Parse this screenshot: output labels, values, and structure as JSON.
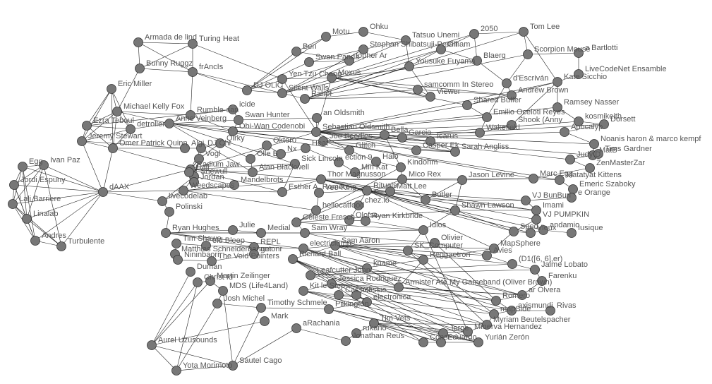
{
  "diagram": {
    "type": "network-graph",
    "node_color": "#777777",
    "edge_color": "#222222",
    "label_color": "#555555",
    "nodes": [
      {
        "id": "daax",
        "label": "dAAX"
      },
      {
        "id": "ivan",
        "label": "Ivan Paz"
      },
      {
        "id": "egg",
        "label": "Egg"
      },
      {
        "id": "jordi",
        "label": "Jordi Espuny"
      },
      {
        "id": "lali",
        "label": "Lali Barriere"
      },
      {
        "id": "linalab",
        "label": "Linalab"
      },
      {
        "id": "andres",
        "label": "Andres"
      },
      {
        "id": "turbulente",
        "label": "Turbulente"
      },
      {
        "id": "armada",
        "label": "Armada de lind"
      },
      {
        "id": "turing",
        "label": "Turing Heat"
      },
      {
        "id": "bunny",
        "label": "Bunny Ruggz"
      },
      {
        "id": "francis",
        "label": "frAncIs"
      },
      {
        "id": "ericmiller",
        "label": "Eric Miller"
      },
      {
        "id": "mkfox",
        "label": "Michael Kelly Fox"
      },
      {
        "id": "ezra",
        "label": "Ezra Teboul"
      },
      {
        "id": "detroller",
        "label": "detroller"
      },
      {
        "id": "jeremy",
        "label": "Jeremy Stewart"
      },
      {
        "id": "omer",
        "label": "Omer Patrick Quinn"
      },
      {
        "id": "anne",
        "label": "Anne Veinberg"
      },
      {
        "id": "rumble",
        "label": "Rumble-san"
      },
      {
        "id": "dlcicide",
        "label": "icide"
      },
      {
        "id": "swanhunter",
        "label": "Swan Hunter"
      },
      {
        "id": "obiwan",
        "label": "Obi-Wan Codenobi"
      },
      {
        "id": "silent",
        "label": "Silent Walls"
      },
      {
        "id": "djoli",
        "label": "DJ OLiC"
      },
      {
        "id": "yentzu",
        "label": "Yen Tzu Chang"
      },
      {
        "id": "moxus",
        "label": "Moxus"
      },
      {
        "id": "oldsmith",
        "label": "Sebastian Oldsmith"
      },
      {
        "id": "ianold",
        "label": "an Oldsmith"
      },
      {
        "id": "joebee",
        "label": "Joe Beedles"
      },
      {
        "id": "glitch",
        "label": "Glitch"
      },
      {
        "id": "halo",
        "label": "Halo"
      },
      {
        "id": "kindohm",
        "label": "Kindohm"
      },
      {
        "id": "mico",
        "label": "Mico Rex"
      },
      {
        "id": "mattlee",
        "label": "Matt Lee"
      },
      {
        "id": "thor",
        "label": "Thor Magnusson"
      },
      {
        "id": "esther",
        "label": "Esther A. Romero"
      },
      {
        "id": "sicklincoln",
        "label": "Sick Lincoln"
      },
      {
        "id": "allblackwell",
        "label": "Alan Blackwell"
      },
      {
        "id": "radium",
        "label": "Radium Jaw"
      },
      {
        "id": "djch",
        "label": "DJ Chi"
      },
      {
        "id": "qirky",
        "label": "Qirky"
      },
      {
        "id": "olli",
        "label": "Olle B"
      },
      {
        "id": "weedscapes",
        "label": "Weedscapes"
      },
      {
        "id": "livecodelab",
        "label": "livecodelab"
      },
      {
        "id": "polinski",
        "label": "Polinski"
      },
      {
        "id": "ryanhughes",
        "label": "Ryan Hughes"
      },
      {
        "id": "julie",
        "label": "Julie"
      },
      {
        "id": "matthias",
        "label": "Matthias Schneiderbanger"
      },
      {
        "id": "timshawe",
        "label": "Tim Shawe"
      },
      {
        "id": "bleep",
        "label": "eld Bleep"
      },
      {
        "id": "ninin",
        "label": "Nininbaori"
      },
      {
        "id": "voidpointers",
        "label": "The Void Pointers"
      },
      {
        "id": "repl",
        "label": "REPL"
      },
      {
        "id": "medial",
        "label": "Medial"
      },
      {
        "id": "samwray",
        "label": "Sam Wray"
      },
      {
        "id": "celeste",
        "label": "Céleste Fresch"
      },
      {
        "id": "hellocat",
        "label": "hellocatfood"
      },
      {
        "id": "yeeking",
        "label": "Yee-King"
      },
      {
        "id": "rituals",
        "label": "Rituals"
      },
      {
        "id": "olofss",
        "label": "Olofss"
      },
      {
        "id": "ryankirk",
        "label": "Ryan Kirkbride"
      },
      {
        "id": "chezio",
        "label": "chez.io"
      },
      {
        "id": "electric",
        "label": "electriclumps"
      },
      {
        "id": "samaaron",
        "label": "Sam Aaron"
      },
      {
        "id": "richardball",
        "label": "Richard Ball"
      },
      {
        "id": "leafcutter",
        "label": "Leafcutter John"
      },
      {
        "id": "jessica",
        "label": "Jessica Rodriguez"
      },
      {
        "id": "martinz",
        "label": "Martin Zeilinger"
      },
      {
        "id": "mds",
        "label": "MDS (Life4Land)"
      },
      {
        "id": "christid",
        "label": "Christ Id"
      },
      {
        "id": "kitlestep",
        "label": "Kit le Step"
      },
      {
        "id": "joshm",
        "label": "Josh Michel"
      },
      {
        "id": "timothy",
        "label": "Timothy Schmele"
      },
      {
        "id": "pilkington",
        "label": "Pilkington"
      },
      {
        "id": "electronica",
        "label": "electronica"
      },
      {
        "id": "cassiel",
        "label": "Cassiel"
      },
      {
        "id": "arachania",
        "label": "aRachania"
      },
      {
        "id": "jonathan",
        "label": "Jonathan Reus"
      },
      {
        "id": "timvets",
        "label": "Tim Vets"
      },
      {
        "id": "rukano",
        "label": "rukano"
      },
      {
        "id": "aurel",
        "label": "Aurel Uzusounds"
      },
      {
        "id": "yota",
        "label": "Yota Morimoto"
      },
      {
        "id": "sautel",
        "label": "Sautel Cago"
      },
      {
        "id": "kname",
        "label": "kname"
      },
      {
        "id": "armister",
        "label": "Armister Ate My Gameband (Oliver Brown)"
      },
      {
        "id": "reggaetron",
        "label": "Reggaetron"
      },
      {
        "id": "skcomputer",
        "label": "SK_Computer"
      },
      {
        "id": "iidos",
        "label": "Idios"
      },
      {
        "id": "shawn",
        "label": "Shawn Lawson"
      },
      {
        "id": "jasonlevine",
        "label": "Jason Levine"
      },
      {
        "id": "butler",
        "label": "Butler"
      },
      {
        "id": "casper",
        "label": "Casper Ek"
      },
      {
        "id": "sarah",
        "label": "Sarah Angliss"
      },
      {
        "id": "icarus",
        "label": "Icarus"
      },
      {
        "id": "garcia",
        "label": "Garcia"
      },
      {
        "id": "bella",
        "label": "Bella"
      },
      {
        "id": "shook",
        "label": "Shook (Anny"
      },
      {
        "id": "wakefield",
        "label": "Wakefield"
      },
      {
        "id": "emilio",
        "label": "Emilio Ocelotl Reyes"
      },
      {
        "id": "shared",
        "label": "Shared Buffer"
      },
      {
        "id": "andrew",
        "label": "Andrew Brown"
      },
      {
        "id": "instereo",
        "label": "samcomm In Stereo"
      },
      {
        "id": "viewer",
        "label": "Viewer"
      },
      {
        "id": "yousuke",
        "label": "Yousuke Fuyama"
      },
      {
        "id": "tatsuo",
        "label": "Tatsuo Unemi"
      },
      {
        "id": "shibatsuji",
        "label": "Stephan Shibatsuji-Perrin"
      },
      {
        "id": "swanpanda",
        "label": "Swan Panda"
      },
      {
        "id": "topher",
        "label": "topher Ar"
      },
      {
        "id": "ben",
        "label": "Ben"
      },
      {
        "id": "motu",
        "label": "Motu"
      },
      {
        "id": "ohku",
        "label": "Ohku"
      },
      {
        "id": "olham",
        "label": "Olham"
      },
      {
        "id": "blaerg",
        "label": "Blaerg"
      },
      {
        "id": "y2050",
        "label": "2050"
      },
      {
        "id": "tomlee",
        "label": "Tom Lee"
      },
      {
        "id": "scorpion",
        "label": "Scorpion Mouse"
      },
      {
        "id": "bartlotti",
        "label": "a Bartlotti"
      },
      {
        "id": "lcnet",
        "label": "LiveCodeNet Ensamble"
      },
      {
        "id": "katesic",
        "label": "Kate Sicchio"
      },
      {
        "id": "ramsey",
        "label": "Ramsey Nasser"
      },
      {
        "id": "kosmi",
        "label": "kosmikeith"
      },
      {
        "id": "dorsett",
        "label": "Dorsett"
      },
      {
        "id": "apocalyp",
        "label": "Apocalyp"
      },
      {
        "id": "noanis",
        "label": "Noanis haron & marco kempf"
      },
      {
        "id": "matb",
        "label": "MatB"
      },
      {
        "id": "timsg",
        "label": "Tims Gardner"
      },
      {
        "id": "judy",
        "label": "Judy D."
      },
      {
        "id": "zenmaster",
        "label": "ZenMasterZar"
      },
      {
        "id": "marcegg",
        "label": "Marc Egg"
      },
      {
        "id": "matatyat",
        "label": "Matatyat Kittens"
      },
      {
        "id": "emeric",
        "label": "Emeric Szaboky"
      },
      {
        "id": "orange",
        "label": "e Orange"
      },
      {
        "id": "bunbun",
        "label": "VJ BunBun"
      },
      {
        "id": "imami",
        "label": "Imami"
      },
      {
        "id": "pumpkin",
        "label": "VJ PUMPKIN"
      },
      {
        "id": "sped",
        "label": "Sped"
      },
      {
        "id": "vieux",
        "label": "Vieux"
      },
      {
        "id": "andamio",
        "label": "andamio"
      },
      {
        "id": "iusique",
        "label": "Iusique"
      },
      {
        "id": "mapsphere",
        "label": "MapSphere"
      },
      {
        "id": "aviesl",
        "label": "Avies"
      },
      {
        "id": "d1",
        "label": "(D1([6, 6],er)"
      },
      {
        "id": "jaime",
        "label": "Jaime Lobato"
      },
      {
        "id": "tarenku",
        "label": "Farenku"
      },
      {
        "id": "olvera",
        "label": "ar Olvera"
      },
      {
        "id": "romero",
        "label": "Romero"
      },
      {
        "id": "axismundi",
        "label": "axismundi"
      },
      {
        "id": "rivas",
        "label": "Rivas"
      },
      {
        "id": "mapside",
        "label": "mapSide"
      },
      {
        "id": "myriam",
        "label": "Myriam Beutelspacher"
      },
      {
        "id": "minerva",
        "label": "Minerva Hernandez"
      },
      {
        "id": "jorge",
        "label": "Jorge"
      },
      {
        "id": "yurian",
        "label": "Yurián Zerón"
      },
      {
        "id": "eduardo",
        "label": "Eduardo"
      },
      {
        "id": "const",
        "label": "Const"
      },
      {
        "id": "jasfrib",
        "label": "ection 9"
      },
      {
        "id": "minkat",
        "label": "Min Kat"
      },
      {
        "id": "mandelbrots",
        "label": "Mandelbrots"
      },
      {
        "id": "vogl",
        "label": "Vogl"
      },
      {
        "id": "smuggle",
        "label": "Snewull"
      },
      {
        "id": "idrawbat",
        "label": "Algi"
      },
      {
        "id": "oscilloscope",
        "label": "Oktor0"
      },
      {
        "id": "nxc",
        "label": "Nx"
      },
      {
        "id": "heat",
        "label": "Heat"
      },
      {
        "id": "djolic",
        "label": "d'Escriván"
      },
      {
        "id": "ralof",
        "label": "Rahof"
      },
      {
        "id": "jordan",
        "label": "Jordan"
      },
      {
        "id": "graf",
        "label": "Gall"
      },
      {
        "id": "antonr",
        "label": "antonr"
      },
      {
        "id": "duman",
        "label": "Duman"
      },
      {
        "id": "oliver",
        "label": "Olivier"
      },
      {
        "id": "cassie",
        "label": "Cassie"
      },
      {
        "id": "mark",
        "label": "Mark"
      }
    ]
  }
}
